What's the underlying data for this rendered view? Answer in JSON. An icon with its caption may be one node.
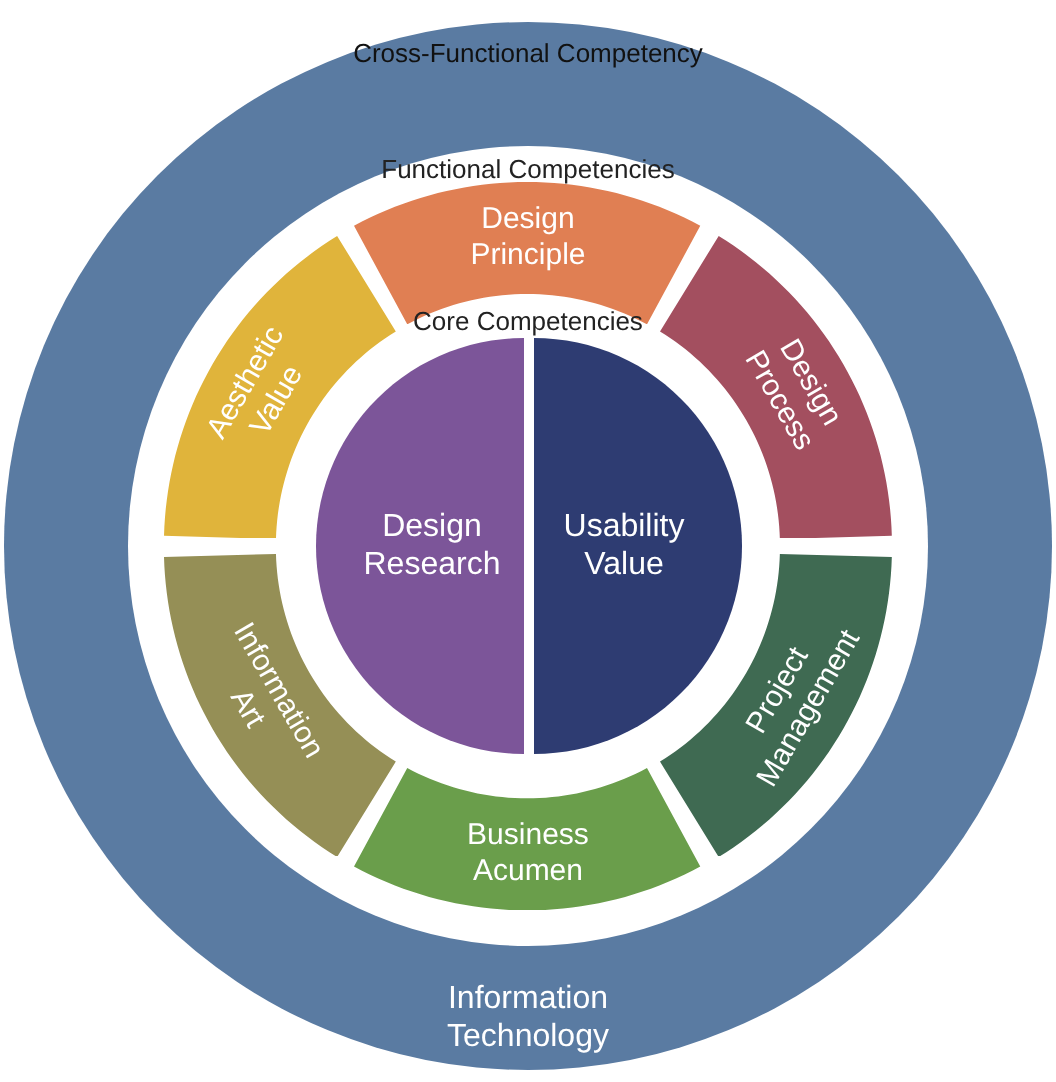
{
  "diagram": {
    "nodes": [
      {
        "text": [
          "Cross-Functional Competency",
          "Information Technology"
        ]
      },
      {
        "text": [
          "Functional Competencies"
        ],
        "in": 0
      },
      {
        "text": [
          "Design Principle"
        ],
        "in": 1
      },
      {
        "text": [
          "Design Process"
        ],
        "in": 1
      },
      {
        "text": [
          "Project Management"
        ],
        "in": 1
      },
      {
        "text": [
          "Business Acumen"
        ],
        "in": 1
      },
      {
        "text": [
          "Information Art"
        ],
        "in": 1
      },
      {
        "text": [
          "Aesthetic Value"
        ],
        "in": 1
      },
      {
        "text": [
          "Core Competencies"
        ],
        "in": 1
      },
      {
        "text": [
          "Design Research"
        ],
        "in": 8
      },
      {
        "text": [
          "Usability Value"
        ],
        "in": 8
      }
    ]
  }
}
